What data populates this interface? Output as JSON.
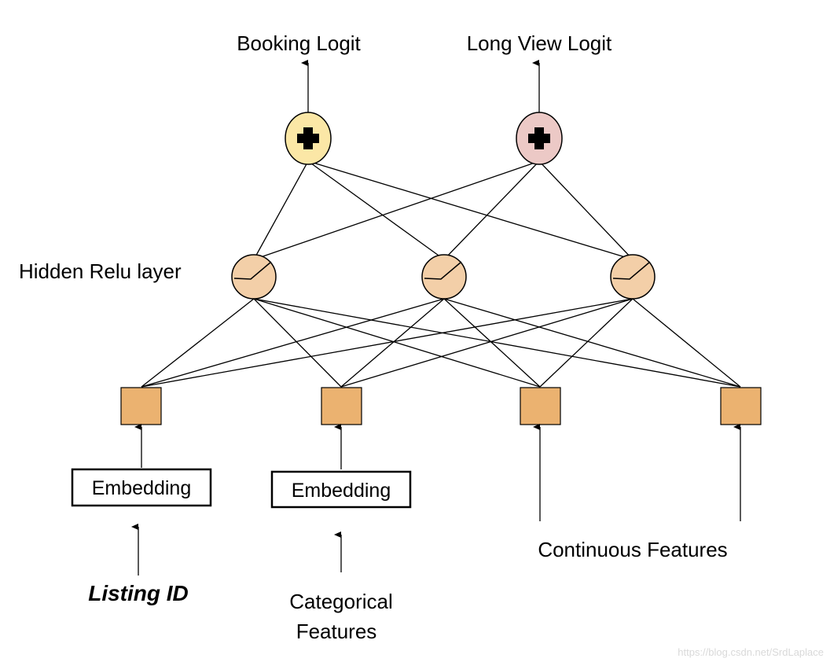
{
  "outputs": {
    "booking": {
      "label": "Booking Logit",
      "fill": "#fbe7a6"
    },
    "long_view": {
      "label": "Long View Logit",
      "fill": "#ecc9c6"
    }
  },
  "hidden_layer": {
    "label": "Hidden Relu layer",
    "fill": "#f3cfa8",
    "count": 3
  },
  "input_nodes": {
    "fill": "#ebb270",
    "count": 4
  },
  "embeddings": [
    {
      "label": "Embedding"
    },
    {
      "label": "Embedding"
    }
  ],
  "inputs": {
    "listing_id": "Listing ID",
    "categorical_line1": "Categorical",
    "categorical_line2": "Features",
    "continuous": "Continuous Features"
  },
  "watermark": "https://blog.csdn.net/SrdLaplace"
}
